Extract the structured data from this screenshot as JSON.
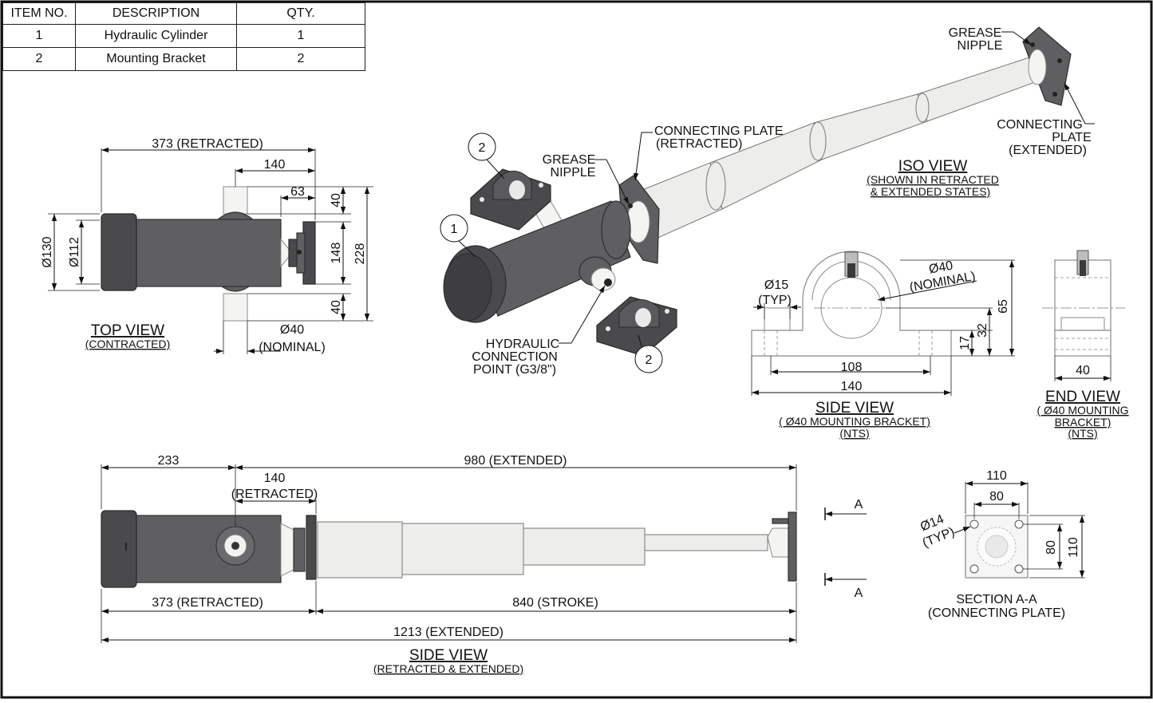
{
  "bom": {
    "headers": [
      "ITEM NO.",
      "DESCRIPTION",
      "QTY."
    ],
    "rows": [
      [
        "1",
        "Hydraulic Cylinder",
        "1"
      ],
      [
        "2",
        "Mounting Bracket",
        "2"
      ]
    ]
  },
  "top_view": {
    "title": "TOP VIEW",
    "subtitle": "(CONTRACTED)",
    "dims": {
      "overall": "373 (RETRACTED)",
      "d140": "140",
      "d63": "63",
      "d40a": "40",
      "d40b": "40",
      "d148": "148",
      "d228": "228",
      "dia130": "Ø130",
      "dia112": "Ø112",
      "pin": "Ø40",
      "pin_note": "(NOMINAL)"
    }
  },
  "iso_view": {
    "title": "ISO VIEW",
    "subtitle1": "(SHOWN IN RETRACTED",
    "subtitle2": "& EXTENDED STATES)",
    "balloons": [
      "1",
      "2",
      "2"
    ],
    "notes": {
      "grease1_a": "GREASE",
      "grease1_b": "NIPPLE",
      "conn_ret_a": "CONNECTING PLATE",
      "conn_ret_b": "(RETRACTED)",
      "grease2_a": "GREASE",
      "grease2_b": "NIPPLE",
      "conn_ext_a": "CONNECTING",
      "conn_ext_b": "PLATE",
      "conn_ext_c": "(EXTENDED)",
      "hyd_a": "HYDRAULIC",
      "hyd_b": "CONNECTION",
      "hyd_c": "POINT (G3/8\")"
    }
  },
  "bracket_side": {
    "title": "SIDE VIEW",
    "subtitle1": "( Ø40 MOUNTING BRACKET)",
    "subtitle2": "(NTS)",
    "dims": {
      "dia15": "Ø15",
      "typ": "(TYP)",
      "dia40": "Ø40",
      "nominal": "(NOMINAL)",
      "d108": "108",
      "d140": "140",
      "d17": "17",
      "d32": "32",
      "d65": "65"
    }
  },
  "bracket_end": {
    "title": "END VIEW",
    "subtitle1": "( Ø40 MOUNTING",
    "subtitle2": "BRACKET)",
    "subtitle3": "(NTS)",
    "dims": {
      "d40": "40"
    }
  },
  "side_view": {
    "title": "SIDE VIEW",
    "subtitle": "(RETRACTED & EXTENDED)",
    "dims": {
      "d233": "233",
      "d140": "140",
      "retracted": "(RETRACTED)",
      "d980": "980 (EXTENDED)",
      "d373": "373 (RETRACTED)",
      "d840": "840 (STROKE)",
      "d1213": "1213 (EXTENDED)"
    },
    "section_marks": [
      "A",
      "A"
    ]
  },
  "section": {
    "title": "SECTION A-A",
    "subtitle": "(CONNECTING PLATE)",
    "dims": {
      "d110top": "110",
      "d80top": "80",
      "d80side": "80",
      "d110side": "110",
      "dia14": "Ø14",
      "typ": "(TYP)"
    }
  }
}
